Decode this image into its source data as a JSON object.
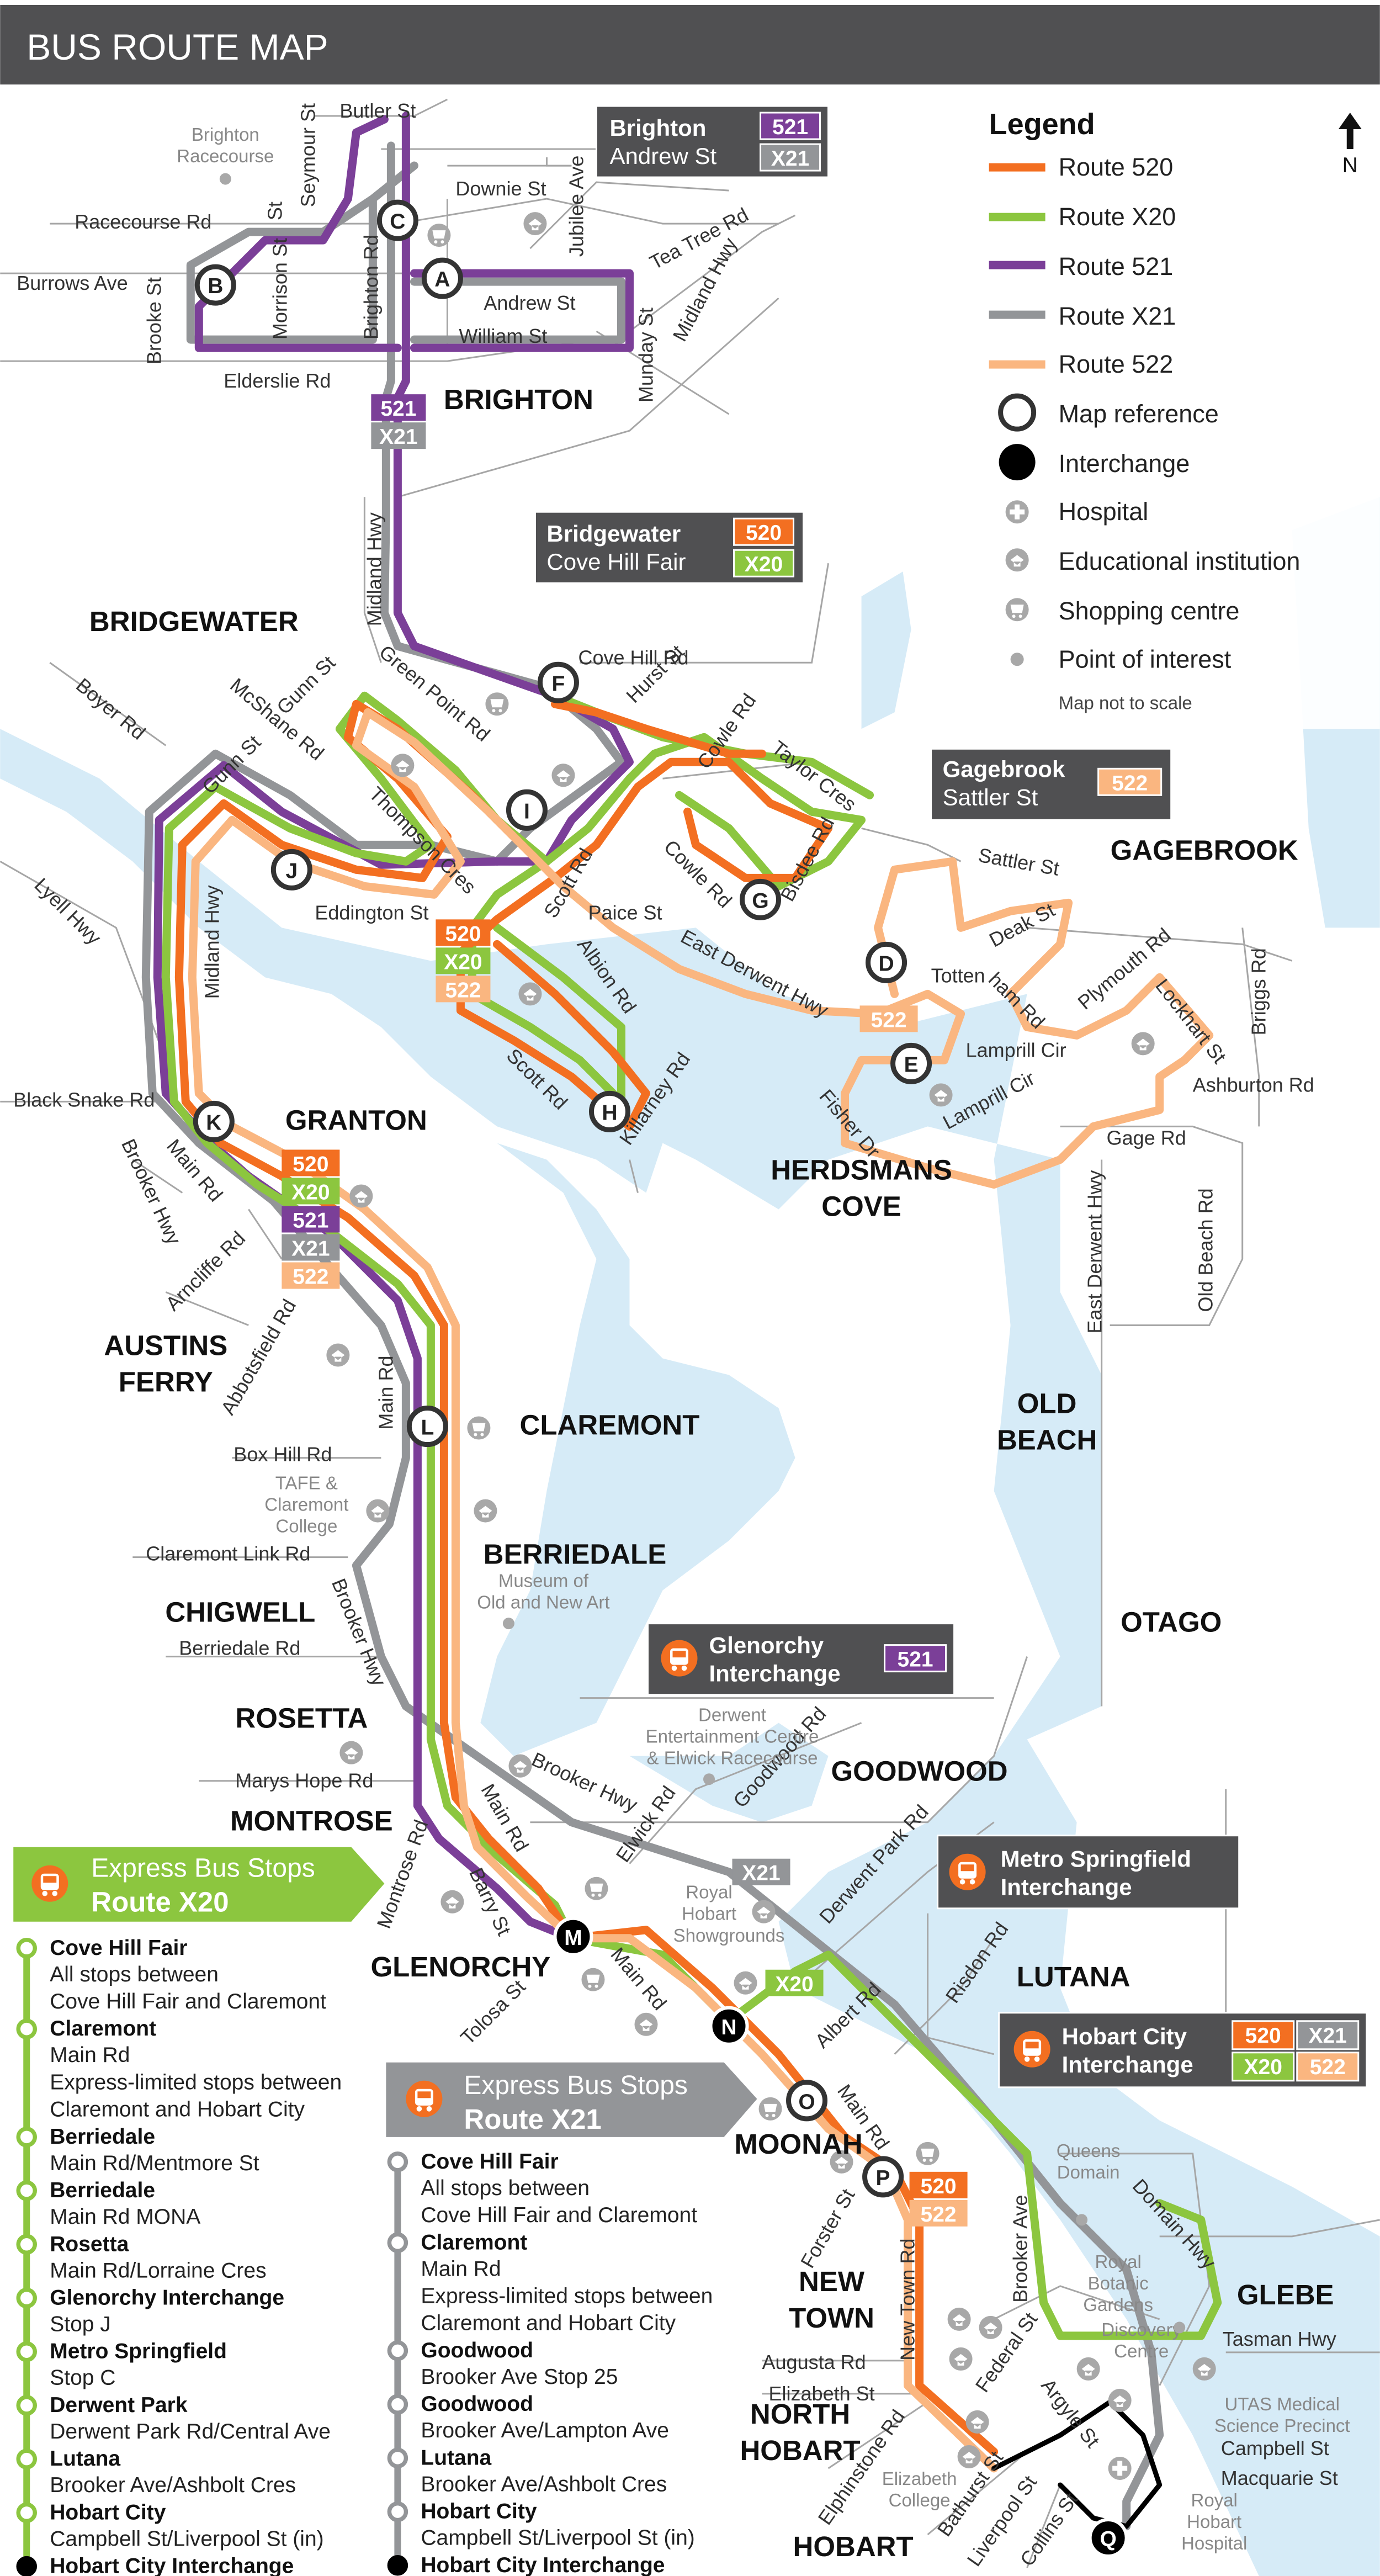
{
  "title": "BUS ROUTE MAP",
  "north": "N",
  "colors": {
    "r520": "#f36f21",
    "rX20": "#8cc63f",
    "r521": "#7b3f98",
    "rX21": "#939598",
    "r522": "#fab680",
    "water": "#d6ebf7",
    "header": "#505052",
    "road": "#9a9a9a"
  },
  "legend": {
    "title": "Legend",
    "items": [
      "Route 520",
      "Route X20",
      "Route 521",
      "Route X21",
      "Route 522",
      "Map reference",
      "Interchange",
      "Hospital",
      "Educational institution",
      "Shopping centre",
      "Point of interest"
    ],
    "note": "Map not to scale"
  },
  "callouts": {
    "brighton": [
      "Brighton",
      "Andrew St"
    ],
    "bridgewater": [
      "Bridgewater",
      "Cove Hill Fair"
    ],
    "gagebrook": [
      "Gagebrook",
      "Sattler St"
    ],
    "glenorchy": [
      "Glenorchy",
      "Interchange"
    ],
    "springfield": [
      "Metro Springfield",
      "Interchange"
    ],
    "hobart": [
      "Hobart City",
      "Interchange"
    ]
  },
  "routes": {
    "b520": "520",
    "bX20": "X20",
    "b521": "521",
    "bX21": "X21",
    "b522": "522"
  },
  "areas": [
    "BRIGHTON",
    "BRIDGEWATER",
    "GAGEBROOK",
    "GRANTON",
    "HERDSMANS",
    "COVE",
    "AUSTINS",
    "FERRY",
    "CLAREMONT",
    "OLD",
    "BEACH",
    "BERRIEDALE",
    "CHIGWELL",
    "OTAGO",
    "ROSETTA",
    "GOODWOOD",
    "MONTROSE",
    "LUTANA",
    "GLENORCHY",
    "MOONAH",
    "NEW",
    "TOWN",
    "NORTH",
    "HOBART",
    "GLEBE",
    "HOBART"
  ],
  "refs": [
    "A",
    "B",
    "C",
    "D",
    "E",
    "F",
    "G",
    "H",
    "I",
    "J",
    "K",
    "L",
    "M",
    "N",
    "O",
    "P",
    "Q"
  ],
  "streets": [
    "Butler St",
    "Seymour St",
    "Downie St",
    "Jubilee Ave",
    "Racecourse Rd",
    "St",
    "Morrison St",
    "Brighton Rd",
    "Tea Tree Rd",
    "Midland Hwy",
    "Burrows Ave",
    "Brooke St",
    "Andrew St",
    "William St",
    "Munday St",
    "Elderslie Rd",
    "Midland Hwy",
    "Cove Hill Rd",
    "Hurst St",
    "Cowle Rd",
    "Taylor Cres",
    "Boyer Rd",
    "McShane Rd",
    "Gunn St",
    "Green Point Rd",
    "Gunn St",
    "Thompson Cres",
    "Bisdee Rd",
    "Cowle Rd",
    "Sattler St",
    "Eddington St",
    "Scott Rd",
    "Paice St",
    "Deak St",
    "Totten",
    "ham Rd",
    "Plymouth Rd",
    "Lyell Hwy",
    "Midland Hwy",
    "East Derwent Hwy",
    "Albion Rd",
    "Lockhart St",
    "Briggs Rd",
    "Lamprill Cir",
    "Scott Rd",
    "Killarney Rd",
    "Ashburton Rd",
    "Black Snake Rd",
    "Fisher Dr",
    "Lamprill Cir",
    "Gage Rd",
    "Brooker Hwy",
    "Main Rd",
    "Arncliffe Rd",
    "Abbotsfield Rd",
    "Old Beach Rd",
    "East Derwent Hwy",
    "Main Rd",
    "Box Hill Rd",
    "Claremont Link Rd",
    "Brooker Hwy",
    "Berriedale Rd",
    "Marys Hope Rd",
    "Goodwood Rd",
    "Brooker Hwy",
    "Derwent Park Rd",
    "Main Rd",
    "Elwick Rd",
    "Montrose Rd",
    "Barry St",
    "Main Rd",
    "Risdon Rd",
    "Tolosa St",
    "Albert Rd",
    "Main Rd",
    "Domain Hwy",
    "Forster St",
    "New Town Rd",
    "Brooker Ave",
    "Tasman Hwy",
    "Augusta Rd",
    "Elizabeth St",
    "Federal St",
    "Argyle St",
    "Elphinstone Rd",
    "Bathurst St",
    "Liverpool St",
    "Collins St",
    "Campbell St",
    "Macquarie St"
  ],
  "pois": {
    "racecourse": [
      "Brighton",
      "Racecourse"
    ],
    "tafe": [
      "TAFE &",
      "Claremont",
      "College"
    ],
    "mona": [
      "Museum of",
      "Old and New Art"
    ],
    "dec": [
      "Derwent",
      "Entertainment Centre",
      "& Elwick Racecourse"
    ],
    "showgrounds": [
      "Royal",
      "Hobart",
      "Showgrounds"
    ],
    "queens": [
      "Queens",
      "Domain"
    ],
    "gardens": [
      "Royal",
      "Botanic",
      "Gardens"
    ],
    "discovery": [
      "Discovery",
      "Centre"
    ],
    "utas": [
      "UTAS Medical",
      "Science Precinct"
    ],
    "elizabeth": [
      "Elizabeth",
      "College"
    ],
    "hospital": [
      "Royal",
      "Hobart",
      "Hospital"
    ]
  },
  "x20_panel": {
    "title1": "Express Bus Stops",
    "title2": "Route X20",
    "stops": [
      {
        "name": "Cove Hill Fair",
        "detail": "All stops between"
      },
      {
        "name": "",
        "detail": "Cove Hill Fair and Claremont"
      },
      {
        "name": "Claremont",
        "detail": "Main Rd"
      },
      {
        "name": "",
        "detail": "Express-limited stops between"
      },
      {
        "name": "",
        "detail": "Claremont and Hobart City"
      },
      {
        "name": "Berriedale",
        "detail": "Main Rd/Mentmore St"
      },
      {
        "name": "Berriedale",
        "detail": "Main Rd MONA"
      },
      {
        "name": "Rosetta",
        "detail": "Main Rd/Lorraine Cres"
      },
      {
        "name": "Glenorchy Interchange",
        "detail": "Stop J"
      },
      {
        "name": "Metro Springfield",
        "detail": "Stop C"
      },
      {
        "name": "Derwent Park",
        "detail": "Derwent Park Rd/Central Ave"
      },
      {
        "name": "Lutana",
        "detail": "Brooker Ave/Ashbolt Cres"
      },
      {
        "name": "Hobart City",
        "detail": "Campbell St/Liverpool St (in)"
      },
      {
        "name": "Hobart City Interchange",
        "detail": ""
      }
    ]
  },
  "x21_panel": {
    "title1": "Express Bus Stops",
    "title2": "Route X21",
    "stops": [
      {
        "name": "Cove Hill Fair",
        "detail": "All stops between"
      },
      {
        "name": "",
        "detail": "Cove Hill Fair and Claremont"
      },
      {
        "name": "Claremont",
        "detail": "Main Rd"
      },
      {
        "name": "",
        "detail": "Express-limited stops between"
      },
      {
        "name": "",
        "detail": "Claremont and Hobart City"
      },
      {
        "name": "Goodwood",
        "detail": "Brooker Ave Stop 25"
      },
      {
        "name": "Goodwood",
        "detail": "Brooker Ave/Lampton Ave"
      },
      {
        "name": "Lutana",
        "detail": "Brooker Ave/Ashbolt Cres"
      },
      {
        "name": "Hobart City",
        "detail": "Campbell St/Liverpool St (in)"
      },
      {
        "name": "Hobart City Interchange",
        "detail": ""
      }
    ]
  }
}
